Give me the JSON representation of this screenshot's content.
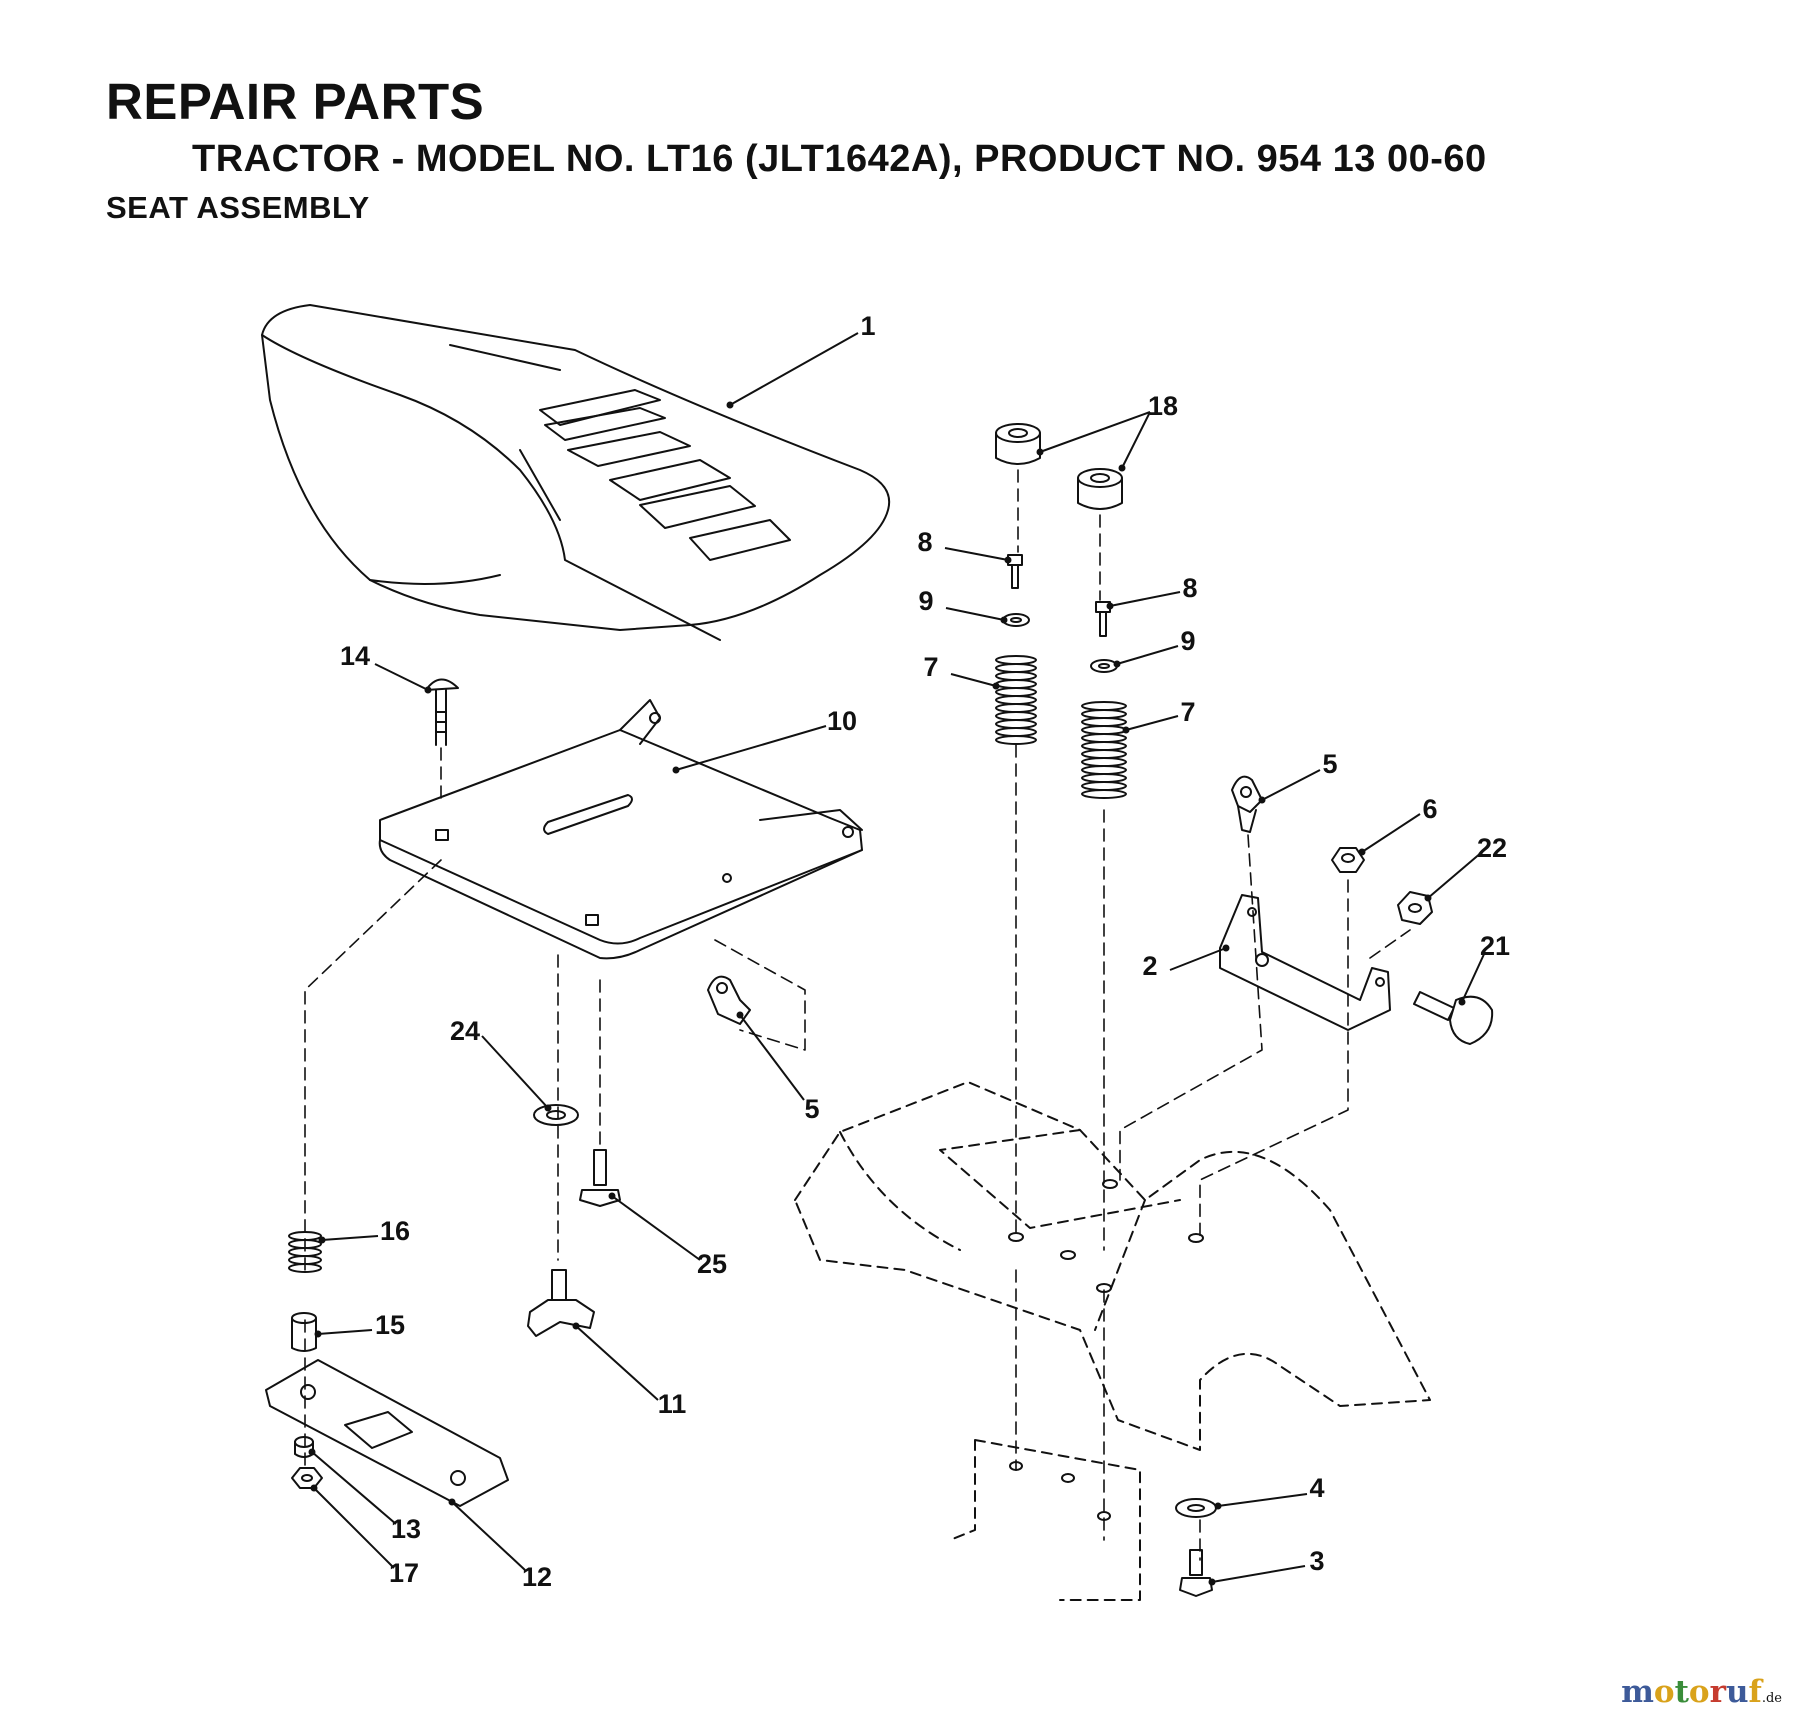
{
  "header": {
    "title": "REPAIR PARTS",
    "subtitle": "TRACTOR - MODEL NO. LT16 (JLT1642A), PRODUCT NO. 954 13 00-60",
    "section": "SEAT ASSEMBLY"
  },
  "callouts": [
    "1",
    "18",
    "8",
    "9",
    "7",
    "8",
    "9",
    "7",
    "14",
    "10",
    "5",
    "6",
    "22",
    "2",
    "21",
    "24",
    "5",
    "16",
    "25",
    "15",
    "11",
    "13",
    "17",
    "12",
    "4",
    "3"
  ],
  "watermark": {
    "text": "motoruf",
    "suffix": ".de"
  },
  "colors": {
    "line": "#111111",
    "watermark_m": "#3d5a99",
    "watermark_o": "#d9a21b",
    "watermark_t": "#3a8d3a",
    "watermark_r": "#c63b2e",
    "watermark_u": "#3d5a99",
    "watermark_f": "#d9a21b"
  }
}
